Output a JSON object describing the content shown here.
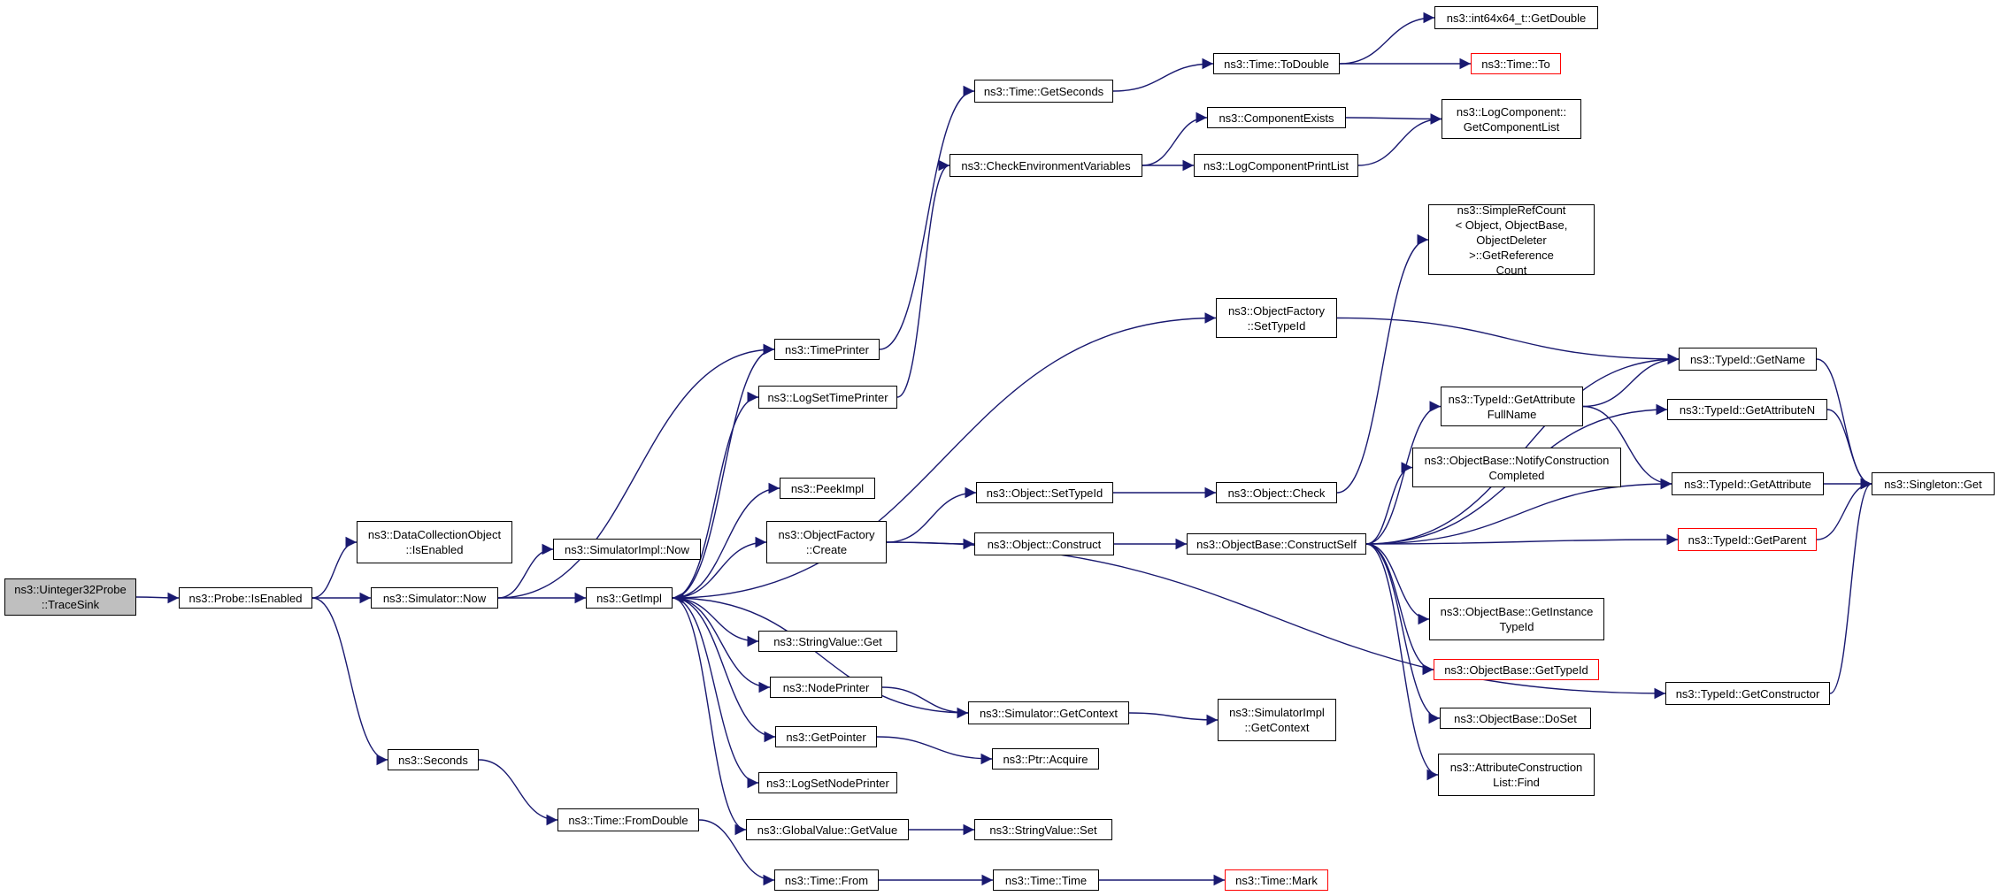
{
  "colors": {
    "edge": "#191970",
    "border": "#000000",
    "truncated_border": "#ff0000",
    "root_fill": "#bfbfbf"
  },
  "nodes": {
    "uint32_probe_trace_sink": "ns3::Uinteger32Probe\n::TraceSink",
    "probe_is_enabled": "ns3::Probe::IsEnabled",
    "data_collection_object_is_enabled": "ns3::DataCollectionObject\n::IsEnabled",
    "simulator_now": "ns3::Simulator::Now",
    "simulator_impl_now": "ns3::SimulatorImpl::Now",
    "seconds": "ns3::Seconds",
    "time_from_double": "ns3::Time::FromDouble",
    "time_from": "ns3::Time::From",
    "time_time": "ns3::Time::Time",
    "time_mark": "ns3::Time::Mark",
    "get_impl": "ns3::GetImpl",
    "time_printer": "ns3::TimePrinter",
    "log_set_time_printer": "ns3::LogSetTimePrinter",
    "peek_impl": "ns3::PeekImpl",
    "object_factory_create": "ns3::ObjectFactory\n::Create",
    "string_value_get": "ns3::StringValue::Get",
    "node_printer": "ns3::NodePrinter",
    "get_pointer": "ns3::GetPointer",
    "log_set_node_printer": "ns3::LogSetNodePrinter",
    "global_value_get_value": "ns3::GlobalValue::GetValue",
    "string_value_set": "ns3::StringValue::Set",
    "time_get_seconds": "ns3::Time::GetSeconds",
    "time_to_double": "ns3::Time::ToDouble",
    "int64x64_get_double": "ns3::int64x64_t::GetDouble",
    "time_to": "ns3::Time::To",
    "check_environment_variables": "ns3::CheckEnvironmentVariables",
    "component_exists": "ns3::ComponentExists",
    "log_component_print_list": "ns3::LogComponentPrintList",
    "log_component_get_component_list": "ns3::LogComponent::\nGetComponentList",
    "object_factory_set_type_id": "ns3::ObjectFactory\n::SetTypeId",
    "object_set_type_id": "ns3::Object::SetTypeId",
    "object_check": "ns3::Object::Check",
    "simple_ref_count_get_reference_count": "ns3::SimpleRefCount\n< Object, ObjectBase,\n ObjectDeleter >::GetReference\nCount",
    "object_construct": "ns3::Object::Construct",
    "object_base_construct_self": "ns3::ObjectBase::ConstructSelf",
    "simulator_get_context": "ns3::Simulator::GetContext",
    "simulator_impl_get_context": "ns3::SimulatorImpl\n::GetContext",
    "ptr_acquire": "ns3::Ptr::Acquire",
    "type_id_get_attribute_full_name": "ns3::TypeId::GetAttribute\nFullName",
    "object_base_notify_construction_completed": "ns3::ObjectBase::NotifyConstruction\nCompleted",
    "object_base_get_instance_type_id": "ns3::ObjectBase::GetInstance\nTypeId",
    "object_base_get_type_id": "ns3::ObjectBase::GetTypeId",
    "object_base_do_set": "ns3::ObjectBase::DoSet",
    "attribute_construction_list_find": "ns3::AttributeConstruction\nList::Find",
    "type_id_get_name": "ns3::TypeId::GetName",
    "type_id_get_attribute_n": "ns3::TypeId::GetAttributeN",
    "type_id_get_attribute": "ns3::TypeId::GetAttribute",
    "type_id_get_parent": "ns3::TypeId::GetParent",
    "type_id_get_constructor": "ns3::TypeId::GetConstructor",
    "singleton_get": "ns3::Singleton::Get"
  },
  "edges": [
    [
      "uint32_probe_trace_sink",
      "probe_is_enabled"
    ],
    [
      "probe_is_enabled",
      "data_collection_object_is_enabled"
    ],
    [
      "probe_is_enabled",
      "simulator_now"
    ],
    [
      "probe_is_enabled",
      "seconds"
    ],
    [
      "simulator_now",
      "simulator_impl_now"
    ],
    [
      "simulator_now",
      "get_impl"
    ],
    [
      "simulator_now",
      "time_printer"
    ],
    [
      "seconds",
      "time_from_double"
    ],
    [
      "time_from_double",
      "time_from"
    ],
    [
      "time_from",
      "time_time"
    ],
    [
      "time_time",
      "time_mark"
    ],
    [
      "get_impl",
      "time_printer"
    ],
    [
      "get_impl",
      "log_set_time_printer"
    ],
    [
      "get_impl",
      "peek_impl"
    ],
    [
      "get_impl",
      "object_factory_create"
    ],
    [
      "get_impl",
      "string_value_get"
    ],
    [
      "get_impl",
      "node_printer"
    ],
    [
      "get_impl",
      "get_pointer"
    ],
    [
      "get_impl",
      "log_set_node_printer"
    ],
    [
      "get_impl",
      "global_value_get_value"
    ],
    [
      "get_impl",
      "object_factory_set_type_id"
    ],
    [
      "simulator_get_context",
      "get_impl"
    ],
    [
      "time_printer",
      "time_get_seconds"
    ],
    [
      "time_get_seconds",
      "time_to_double"
    ],
    [
      "time_to_double",
      "int64x64_get_double"
    ],
    [
      "time_to_double",
      "time_to"
    ],
    [
      "log_set_time_printer",
      "check_environment_variables"
    ],
    [
      "check_environment_variables",
      "component_exists"
    ],
    [
      "check_environment_variables",
      "log_component_print_list"
    ],
    [
      "component_exists",
      "log_component_get_component_list"
    ],
    [
      "log_component_print_list",
      "log_component_get_component_list"
    ],
    [
      "object_factory_create",
      "object_set_type_id"
    ],
    [
      "object_factory_create",
      "object_construct"
    ],
    [
      "object_factory_create",
      "type_id_get_constructor"
    ],
    [
      "object_set_type_id",
      "object_check"
    ],
    [
      "object_check",
      "simple_ref_count_get_reference_count"
    ],
    [
      "object_factory_set_type_id",
      "type_id_get_name"
    ],
    [
      "object_construct",
      "object_base_construct_self"
    ],
    [
      "node_printer",
      "simulator_get_context"
    ],
    [
      "simulator_get_context",
      "simulator_impl_get_context"
    ],
    [
      "get_pointer",
      "ptr_acquire"
    ],
    [
      "global_value_get_value",
      "string_value_set"
    ],
    [
      "object_base_construct_self",
      "type_id_get_name"
    ],
    [
      "object_base_construct_self",
      "type_id_get_attribute_n"
    ],
    [
      "object_base_construct_self",
      "type_id_get_attribute_full_name"
    ],
    [
      "object_base_construct_self",
      "object_base_notify_construction_completed"
    ],
    [
      "object_base_construct_self",
      "type_id_get_attribute"
    ],
    [
      "object_base_construct_self",
      "type_id_get_parent"
    ],
    [
      "object_base_construct_self",
      "object_base_get_instance_type_id"
    ],
    [
      "object_base_construct_self",
      "object_base_get_type_id"
    ],
    [
      "object_base_construct_self",
      "object_base_do_set"
    ],
    [
      "object_base_construct_self",
      "attribute_construction_list_find"
    ],
    [
      "type_id_get_attribute_full_name",
      "type_id_get_name"
    ],
    [
      "type_id_get_attribute_full_name",
      "type_id_get_attribute"
    ],
    [
      "type_id_get_name",
      "singleton_get"
    ],
    [
      "type_id_get_attribute_n",
      "singleton_get"
    ],
    [
      "type_id_get_attribute",
      "singleton_get"
    ],
    [
      "type_id_get_parent",
      "singleton_get"
    ],
    [
      "type_id_get_constructor",
      "singleton_get"
    ]
  ]
}
